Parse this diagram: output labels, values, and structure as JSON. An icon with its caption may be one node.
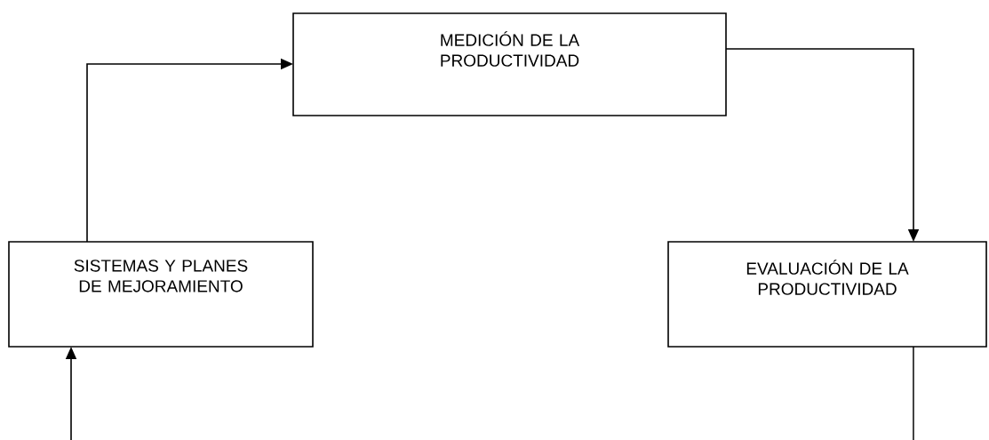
{
  "diagram": {
    "nodes": [
      {
        "text": [
          "MEDICIÓN DE LA PRODUCTIVIDAD"
        ]
      },
      {
        "text": [
          "SISTEMAS Y PLANES DE MEJORAMIENTO"
        ]
      },
      {
        "text": [
          "EVALUACIÓN DE LA PRODUCTIVIDAD"
        ]
      }
    ],
    "edges": [
      {
        "from": 1,
        "to": 0,
        "arrow": "to"
      },
      {
        "from": 0,
        "to": 2,
        "arrow": "to"
      },
      {
        "from": 2,
        "to": null,
        "arrow": "none"
      },
      {
        "from": null,
        "to": 1,
        "arrow": "to"
      }
    ]
  }
}
